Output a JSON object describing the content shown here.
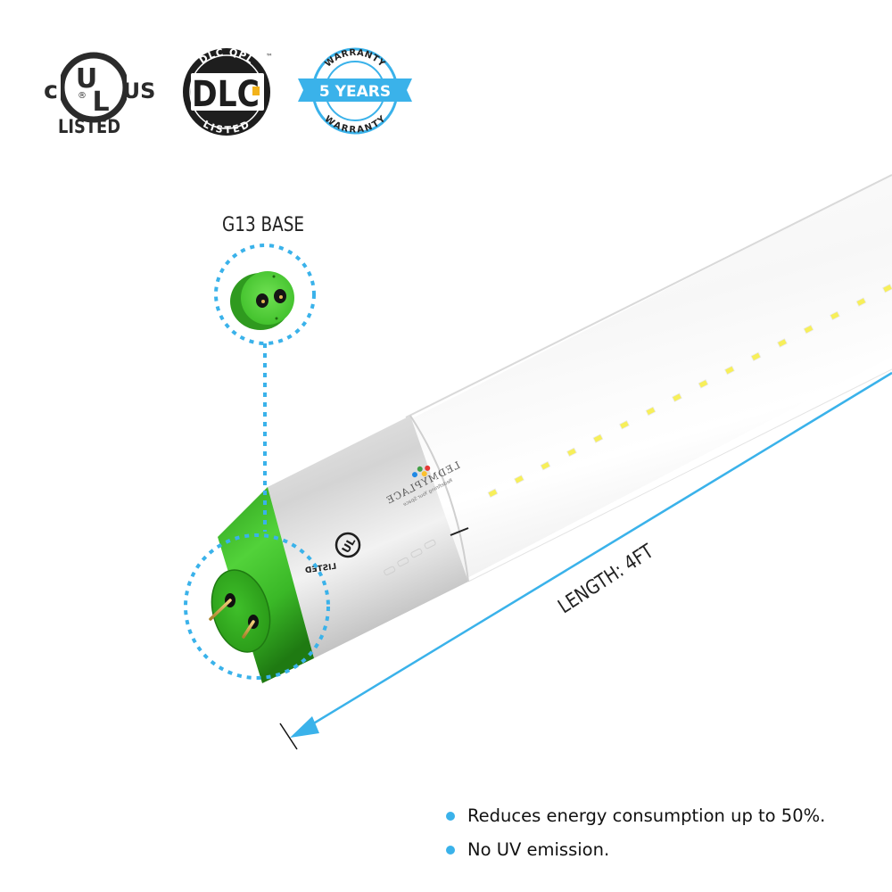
{
  "badges": {
    "ul": {
      "c": "c",
      "u": "U",
      "l": "L",
      "us": "US",
      "registered": "®",
      "listed": "LISTED"
    },
    "dlc": {
      "top": "DLC QPL",
      "main": "DLC",
      "bottom": "LISTED",
      "tm": "™"
    },
    "warranty": {
      "top": "WARRANTY",
      "ribbon": "5 YEARS",
      "bottom": "WARRANTY"
    }
  },
  "callouts": {
    "base_label": "G13 BASE",
    "length_label": "LENGTH: 4FT"
  },
  "tube": {
    "brand": "LEDMYPLACE",
    "tagline": "Redefining Your Space",
    "end_cap_mark": "LISTED"
  },
  "features": [
    {
      "text": "Reduces energy consumption up to 50%."
    },
    {
      "text": "No UV emission."
    }
  ],
  "colors": {
    "accent_blue": "#3ab2ea",
    "end_cap_green": "#3fbf2a",
    "dlc_yellow": "#f2b21b",
    "text_dark": "#222222"
  }
}
